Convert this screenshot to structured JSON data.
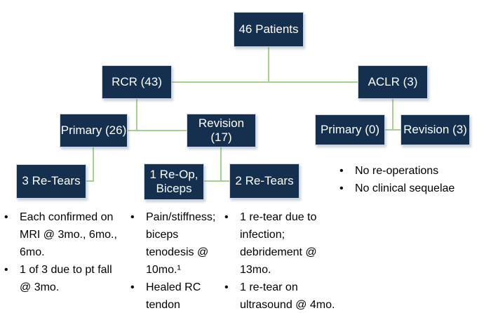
{
  "colors": {
    "node_fill": "#14304E",
    "node_border": "#C9D6E2",
    "node_text": "#FFFFFF",
    "connector": "#A9D18E",
    "bullet_text": "#000000",
    "background": "#FFFFFF"
  },
  "bullet_glyph": "•",
  "nodes": {
    "patients": {
      "label": "46 Patients"
    },
    "rcr": {
      "label": "RCR (43)"
    },
    "aclr": {
      "label": "ACLR (3)"
    },
    "rcr_primary": {
      "label": "Primary (26)"
    },
    "rcr_revision": {
      "label": "Revision (17)"
    },
    "aclr_primary": {
      "label": "Primary (0)"
    },
    "aclr_revision": {
      "label": "Revision (3)"
    },
    "retears3": {
      "label": "3 Re-Tears"
    },
    "reop_biceps": {
      "label": "1 Re-Op, Biceps"
    },
    "retears2": {
      "label": "2 Re-Tears"
    }
  },
  "bullets": {
    "retears3": [
      "Each confirmed on MRI @ 3mo., 6mo., 6mo.",
      "1 of 3 due to pt fall @ 3mo."
    ],
    "reop_biceps": [
      "Pain/stiffness; biceps tenodesis @ 10mo.¹",
      "Healed RC tendon"
    ],
    "retears2": [
      "1 re-tear due to infection; debridement @ 13mo.",
      "1 re-tear on ultrasound @ 4mo."
    ],
    "aclr": [
      "No re-operations",
      "No clinical sequelae"
    ]
  }
}
